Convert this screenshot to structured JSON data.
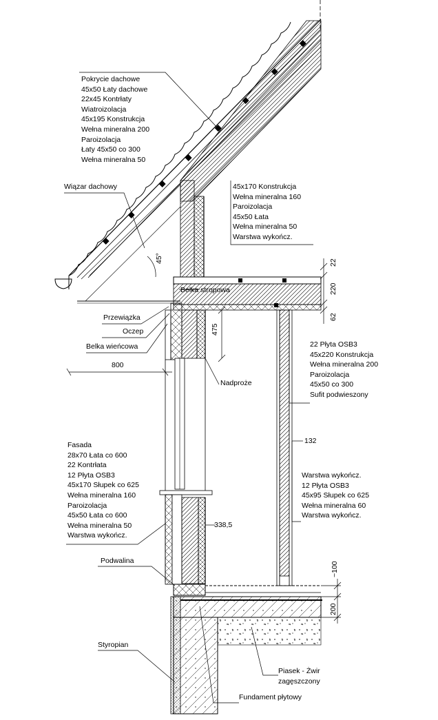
{
  "labels": {
    "roof": [
      "Pokrycie dachowe",
      "45x50 Łaty dachowe",
      "22x45 Kontrłaty",
      "Wiatroizolacja",
      "45x195  Konstrukcja",
      "Wełna mineralna 200",
      "Paroizolacja",
      "Łaty 45x50 co 300",
      "Wełna mineralna 50"
    ],
    "truss": "Wiązar dachowy",
    "kneewall": [
      "45x170 Konstrukcja",
      "Wełna mineralna 160",
      "Paroizolacja",
      "45x50 Łata",
      "Wełna mineralna 50",
      "Warstwa wykończ."
    ],
    "floor_beam": "Belka stropowa",
    "strut": "Przewiązka",
    "rafter_tail": "Oczep",
    "ring_beam": "Belka wieńcowa",
    "lintel": "Nadproże",
    "ceiling": [
      "22 Płyta OSB3",
      "45x220 Konstrukcja",
      "Wełna mineralna 200",
      "Paroizolacja",
      "45x50 co 300",
      "Sufit podwieszony"
    ],
    "facade": [
      "Fasada",
      "28x70 Łata co 600",
      "22 Kontrłata",
      "12 Płyta OSB3",
      "45x170 Słupek co 625",
      "Wełna mineralna 160",
      "Paroizolacja",
      "45x50 Łata co 600",
      "Wełna mineralna 50",
      "Warstwa wykończ."
    ],
    "partition": [
      "Warstwa wykończ.",
      "12 Płyta OSB3",
      "45x95 Słupek co 625",
      "Wełna mineralna 60",
      "Warstwa wykończ."
    ],
    "sill_plate": "Podwalina",
    "styrofoam": "Styropian",
    "sand": [
      "Piasek - Żwir",
      "zagęszczony"
    ],
    "foundation": "Fundament płytowy"
  },
  "dimensions": {
    "angle": "45°",
    "d22": "22",
    "d220": "220",
    "d62": "62",
    "d475": "475",
    "d800": "800",
    "d132": "132",
    "d338": "338,5",
    "d100": "~100",
    "d200": "200"
  }
}
